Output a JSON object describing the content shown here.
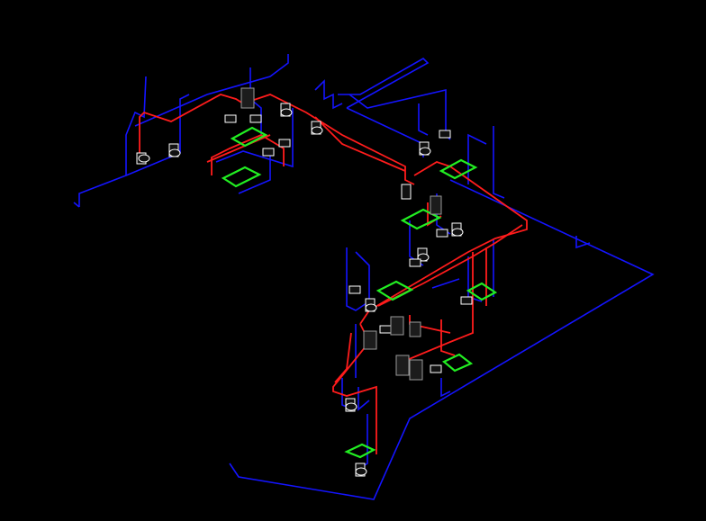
{
  "colors": {
    "background": "#000000",
    "drain_pipe": "#1414ff",
    "supply_pipe": "#ff1c1c",
    "fixture_outline": "#ffffff",
    "shower_tray": "#22ee22",
    "equipment": "#9a9a9a"
  },
  "fixtures": [
    {
      "name": "fixture-washbasin",
      "icon": "washbasin-icon"
    },
    {
      "name": "fixture-toilet",
      "icon": "toilet-icon"
    },
    {
      "name": "fixture-shower-tray",
      "icon": "shower-tray-icon"
    },
    {
      "name": "fixture-boiler",
      "icon": "boiler-icon"
    }
  ]
}
